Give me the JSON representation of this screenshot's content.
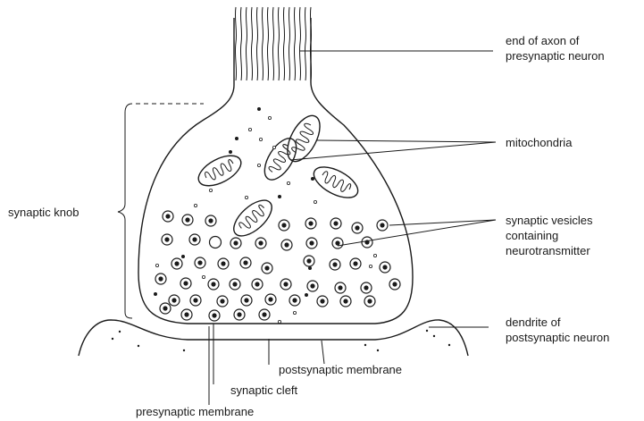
{
  "labels": {
    "axon_end_line1": "end of axon of",
    "axon_end_line2": "presynaptic neuron",
    "mitochondria": "mitochondria",
    "synaptic_vesicles_line1": "synaptic vesicles",
    "synaptic_vesicles_line2": "containing",
    "synaptic_vesicles_line3": "neurotransmitter",
    "dendrite_line1": "dendrite of",
    "dendrite_line2": "postsynaptic neuron",
    "synaptic_knob": "synaptic knob",
    "postsynaptic_membrane": "postsynaptic membrane",
    "synaptic_cleft": "synaptic cleft",
    "presynaptic_membrane": "presynaptic membrane"
  },
  "colors": {
    "ink": "#1a1a1a",
    "background": "#ffffff"
  }
}
